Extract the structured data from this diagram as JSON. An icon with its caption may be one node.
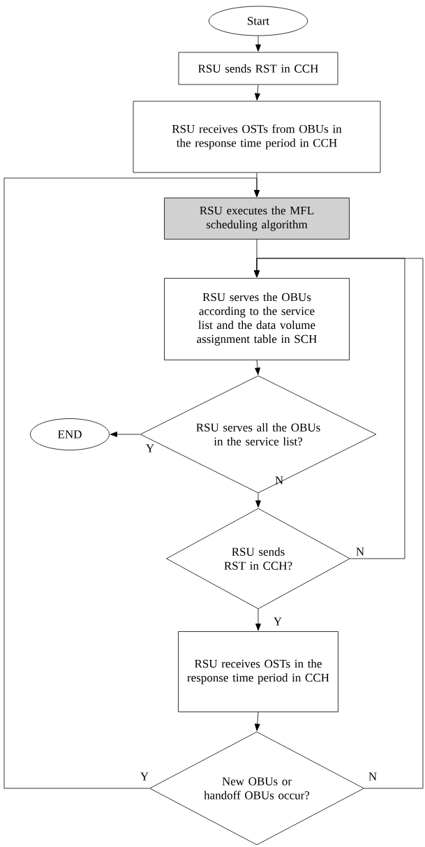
{
  "diagram": {
    "nodes": [
      {
        "text": [
          "Start"
        ]
      },
      {
        "text": [
          "RSU sends RST in CCH"
        ]
      },
      {
        "text": [
          "RSU receives OSTs from OBUs in the response time period in CCH"
        ]
      },
      {
        "text": [
          "RSU executes the MFL scheduling algorithm"
        ]
      },
      {
        "text": [
          "RSU serves the OBUs according to the service list and the data volume assignment table in SCH"
        ]
      },
      {
        "text": [
          "RSU serves all the OBUs in the service list?"
        ]
      },
      {
        "text": [
          "END"
        ]
      },
      {
        "text": [
          "RSU sends RST in CCH?"
        ]
      },
      {
        "text": [
          "RSU receives OSTs in the response time period in CCH"
        ]
      },
      {
        "text": [
          "New OBUs or handoff OBUs occur?"
        ]
      }
    ],
    "edges": [
      {
        "from": 0,
        "to": 1,
        "arrow": "to"
      },
      {
        "from": 1,
        "to": 2,
        "arrow": "to"
      },
      {
        "from": 2,
        "to": 3,
        "arrow": "to"
      },
      {
        "from": 3,
        "to": 4,
        "arrow": "to"
      },
      {
        "from": 4,
        "to": 5,
        "arrow": "to"
      },
      {
        "from": 5,
        "to": 6,
        "arrow": "to",
        "label": "Y"
      },
      {
        "from": 5,
        "to": 7,
        "arrow": "to",
        "label": "N"
      },
      {
        "from": 7,
        "to": 4,
        "arrow": "to",
        "label": "N"
      },
      {
        "from": 7,
        "to": 8,
        "arrow": "to",
        "label": "Y"
      },
      {
        "from": 8,
        "to": 9,
        "arrow": "to"
      },
      {
        "from": 9,
        "to": 3,
        "arrow": "to",
        "label": "Y"
      },
      {
        "from": 9,
        "to": 4,
        "arrow": "to",
        "label": "N"
      }
    ]
  }
}
